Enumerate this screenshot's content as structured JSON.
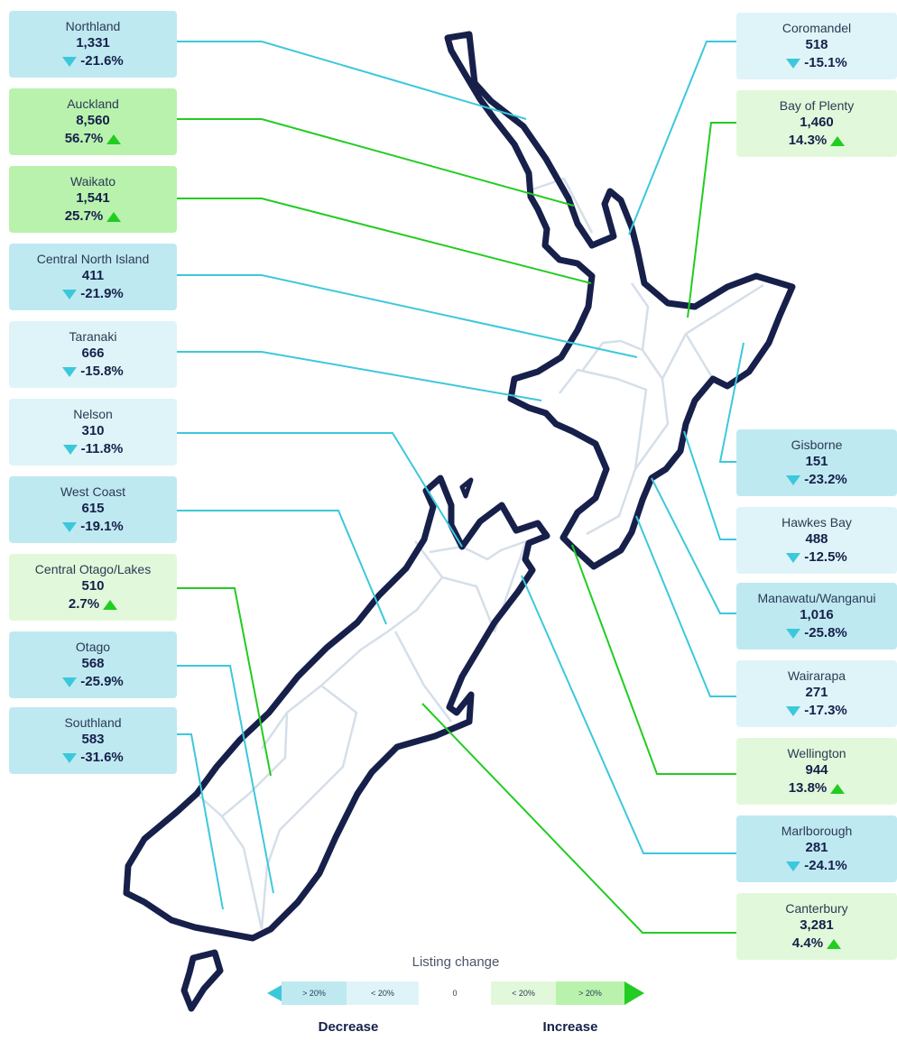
{
  "regions": [
    {
      "id": "northland",
      "name": "Northland",
      "count": "1,331",
      "change": "-21.6%",
      "dir": "down",
      "tint": "dec-strong",
      "color": "#3cc8dc",
      "side": "left",
      "box": [
        10,
        12
      ],
      "line": [
        [
          195,
          46
        ],
        [
          290,
          46
        ],
        [
          583,
          132
        ]
      ]
    },
    {
      "id": "auckland",
      "name": "Auckland",
      "count": "8,560",
      "change": "56.7%",
      "dir": "up",
      "tint": "inc-strong",
      "color": "#22cc22",
      "side": "left",
      "box": [
        10,
        98
      ],
      "line": [
        [
          195,
          132
        ],
        [
          290,
          132
        ],
        [
          636,
          228
        ]
      ]
    },
    {
      "id": "waikato",
      "name": "Waikato",
      "count": "1,541",
      "change": "25.7%",
      "dir": "up",
      "tint": "inc-strong",
      "color": "#22cc22",
      "side": "left",
      "box": [
        10,
        184
      ],
      "line": [
        [
          195,
          220
        ],
        [
          290,
          220
        ],
        [
          655,
          314
        ]
      ]
    },
    {
      "id": "central-north-island",
      "name": "Central North Island",
      "count": "411",
      "change": "-21.9%",
      "dir": "down",
      "tint": "dec-strong",
      "color": "#3cc8dc",
      "side": "left",
      "box": [
        10,
        270
      ],
      "line": [
        [
          195,
          305
        ],
        [
          290,
          305
        ],
        [
          706,
          396
        ]
      ]
    },
    {
      "id": "taranaki",
      "name": "Taranaki",
      "count": "666",
      "change": "-15.8%",
      "dir": "down",
      "tint": "dec-light",
      "color": "#3cc8dc",
      "side": "left",
      "box": [
        10,
        356
      ],
      "line": [
        [
          195,
          390
        ],
        [
          290,
          390
        ],
        [
          600,
          444
        ]
      ]
    },
    {
      "id": "nelson",
      "name": "Nelson",
      "count": "310",
      "change": "-11.8%",
      "dir": "down",
      "tint": "dec-light",
      "color": "#3cc8dc",
      "side": "left",
      "box": [
        10,
        442
      ],
      "line": [
        [
          195,
          480
        ],
        [
          435,
          480
        ],
        [
          512,
          606
        ]
      ]
    },
    {
      "id": "west-coast",
      "name": "West Coast",
      "count": "615",
      "change": "-19.1%",
      "dir": "down",
      "tint": "dec-strong",
      "color": "#3cc8dc",
      "side": "left",
      "box": [
        10,
        528
      ],
      "line": [
        [
          195,
          566
        ],
        [
          375,
          566
        ],
        [
          428,
          692
        ]
      ]
    },
    {
      "id": "central-otago-lakes",
      "name": "Central Otago/Lakes",
      "count": "510",
      "change": "2.7%",
      "dir": "up",
      "tint": "inc-light",
      "color": "#22cc22",
      "side": "left",
      "box": [
        10,
        614
      ],
      "line": [
        [
          195,
          652
        ],
        [
          260,
          652
        ],
        [
          300,
          860
        ]
      ]
    },
    {
      "id": "otago",
      "name": "Otago",
      "count": "568",
      "change": "-25.9%",
      "dir": "down",
      "tint": "dec-strong",
      "color": "#3cc8dc",
      "side": "left",
      "box": [
        10,
        700
      ],
      "line": [
        [
          195,
          738
        ],
        [
          255,
          738
        ],
        [
          303,
          990
        ]
      ]
    },
    {
      "id": "southland",
      "name": "Southland",
      "count": "583",
      "change": "-31.6%",
      "dir": "down",
      "tint": "dec-strong",
      "color": "#3cc8dc",
      "side": "left",
      "box": [
        10,
        784
      ],
      "line": [
        [
          195,
          814
        ],
        [
          212,
          814
        ],
        [
          247,
          1008
        ]
      ]
    },
    {
      "id": "coromandel",
      "name": "Coromandel",
      "count": "518",
      "change": "-15.1%",
      "dir": "down",
      "tint": "dec-light",
      "color": "#3cc8dc",
      "side": "right",
      "box": [
        816,
        14
      ],
      "line": [
        [
          816,
          46
        ],
        [
          783,
          46
        ],
        [
          697,
          260
        ]
      ]
    },
    {
      "id": "bay-of-plenty",
      "name": "Bay of Plenty",
      "count": "1,460",
      "change": "14.3%",
      "dir": "up",
      "tint": "inc-light",
      "color": "#22cc22",
      "side": "right",
      "box": [
        816,
        100
      ],
      "line": [
        [
          816,
          136
        ],
        [
          788,
          136
        ],
        [
          762,
          352
        ]
      ]
    },
    {
      "id": "gisborne",
      "name": "Gisborne",
      "count": "151",
      "change": "-23.2%",
      "dir": "down",
      "tint": "dec-strong",
      "color": "#3cc8dc",
      "side": "right",
      "box": [
        816,
        476
      ],
      "line": [
        [
          816,
          512
        ],
        [
          798,
          512
        ],
        [
          824,
          380
        ]
      ]
    },
    {
      "id": "hawkes-bay",
      "name": "Hawkes Bay",
      "count": "488",
      "change": "-12.5%",
      "dir": "down",
      "tint": "dec-light",
      "color": "#3cc8dc",
      "side": "right",
      "box": [
        816,
        562
      ],
      "line": [
        [
          816,
          598
        ],
        [
          798,
          598
        ],
        [
          758,
          478
        ]
      ]
    },
    {
      "id": "manawatu-wanganui",
      "name": "Manawatu/Wanganui",
      "count": "1,016",
      "change": "-25.8%",
      "dir": "down",
      "tint": "dec-strong",
      "color": "#3cc8dc",
      "side": "right",
      "box": [
        816,
        646
      ],
      "line": [
        [
          816,
          680
        ],
        [
          798,
          680
        ],
        [
          722,
          530
        ]
      ]
    },
    {
      "id": "wairarapa",
      "name": "Wairarapa",
      "count": "271",
      "change": "-17.3%",
      "dir": "down",
      "tint": "dec-light",
      "color": "#3cc8dc",
      "side": "right",
      "box": [
        816,
        732
      ],
      "line": [
        [
          816,
          772
        ],
        [
          787,
          772
        ],
        [
          705,
          572
        ]
      ]
    },
    {
      "id": "wellington",
      "name": "Wellington",
      "count": "944",
      "change": "13.8%",
      "dir": "up",
      "tint": "inc-light",
      "color": "#22cc22",
      "side": "right",
      "box": [
        816,
        818
      ],
      "line": [
        [
          816,
          858
        ],
        [
          728,
          858
        ],
        [
          634,
          604
        ]
      ]
    },
    {
      "id": "marlborough",
      "name": "Marlborough",
      "count": "281",
      "change": "-24.1%",
      "dir": "down",
      "tint": "dec-strong",
      "color": "#3cc8dc",
      "side": "right",
      "box": [
        816,
        904
      ],
      "line": [
        [
          816,
          946
        ],
        [
          713,
          946
        ],
        [
          578,
          638
        ]
      ]
    },
    {
      "id": "canterbury",
      "name": "Canterbury",
      "count": "3,281",
      "change": "4.4%",
      "dir": "up",
      "tint": "inc-light",
      "color": "#22cc22",
      "side": "right",
      "box": [
        816,
        990
      ],
      "line": [
        [
          816,
          1034
        ],
        [
          712,
          1034
        ],
        [
          468,
          780
        ]
      ]
    }
  ],
  "legend": {
    "title": "Listing change",
    "segments": [
      {
        "label": "> 20%",
        "color": "#bfe9f1"
      },
      {
        "label": "< 20%",
        "color": "#dff4f8"
      },
      {
        "label": "0",
        "color": "#ffffff"
      },
      {
        "label": "< 20%",
        "color": "#e1f9da"
      },
      {
        "label": "> 20%",
        "color": "#b9f2ad"
      }
    ],
    "decrease_label": "Decrease",
    "increase_label": "Increase",
    "decrease_color": "#3cc8dc",
    "increase_color": "#22cc22"
  },
  "colors": {
    "coast": "#16204a",
    "borders": "#d5dfe9"
  }
}
